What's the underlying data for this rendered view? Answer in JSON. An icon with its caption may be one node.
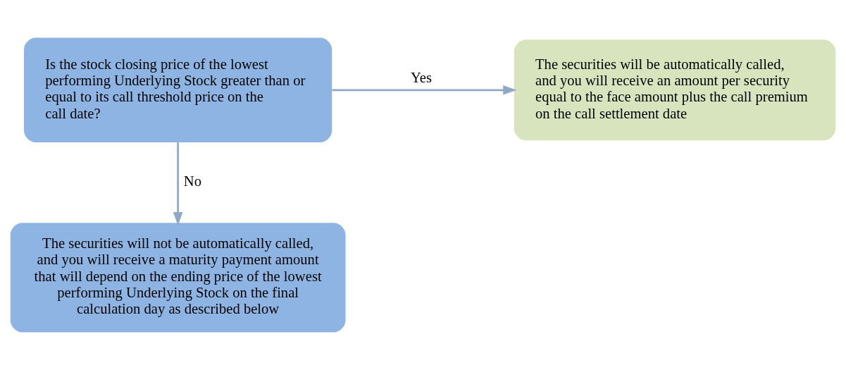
{
  "diagram": {
    "nodes": [
      {
        "text": [
          "Is the stock closing price of the lowest performing Underlying Stock greater than or equal to its call threshold price on the call date?"
        ]
      },
      {
        "text": [
          "The securities will be automatically called, and you will receive an amount per security equal to the face amount plus the call premium on the call settlement date"
        ]
      },
      {
        "text": [
          "The securities will not be automatically called, and you will receive a maturity payment amount that will depend on the ending price of the lowest performing Underlying Stock on the final calculation day as described below"
        ]
      }
    ],
    "edges": [
      {
        "from": 0,
        "to": 1,
        "arrow": "to",
        "label": "Yes"
      },
      {
        "from": 0,
        "to": 2,
        "arrow": "to",
        "label": "No"
      }
    ]
  }
}
